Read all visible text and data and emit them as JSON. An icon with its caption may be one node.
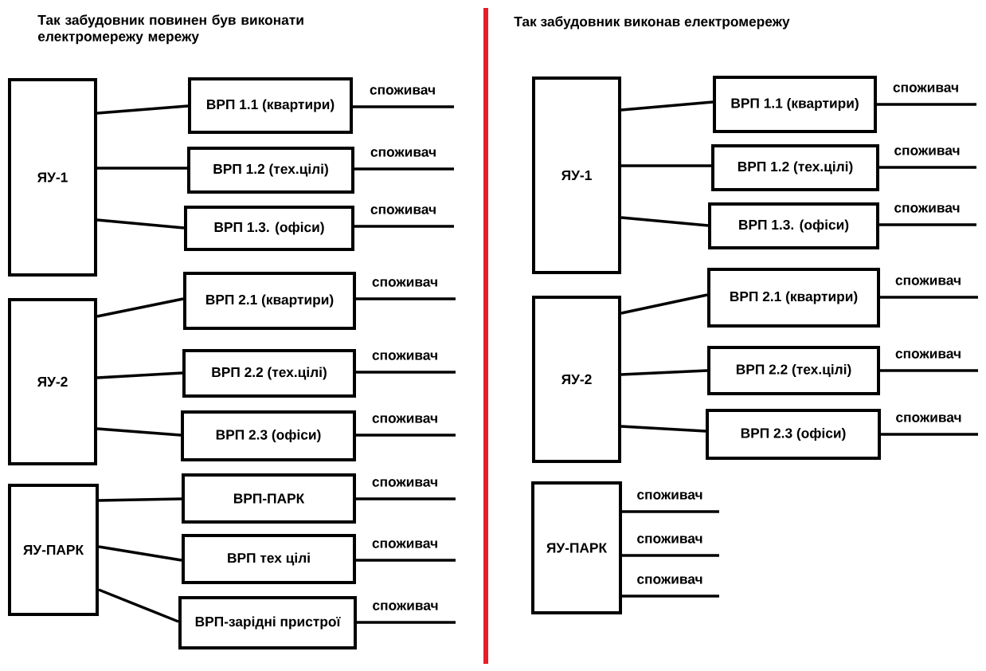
{
  "diagram": {
    "nodes": [
      {
        "text": [
          "ЯУ-1"
        ]
      },
      {
        "text": [
          "ВРП 1.1 (квартири)"
        ]
      },
      {
        "text": [
          "ВРП 1.2 (тех.цілі)"
        ]
      },
      {
        "text": [
          "ВРП 1.3. (офіси)"
        ]
      },
      {
        "text": [
          "ЯУ-2"
        ]
      },
      {
        "text": [
          "ВРП 2.1 (квартири)"
        ]
      },
      {
        "text": [
          "ВРП 2.2 (тех.цілі)"
        ]
      },
      {
        "text": [
          "ВРП 2.3 (офіси)"
        ]
      },
      {
        "text": [
          "ЯУ-ПАРК"
        ]
      },
      {
        "text": [
          "ВРП-ПАРК"
        ]
      },
      {
        "text": [
          "ВРП тех цілі"
        ]
      },
      {
        "text": [
          "ВРП-зарідні пристрої"
        ]
      },
      {
        "text": [
          "ЯУ-1"
        ]
      },
      {
        "text": [
          "ВРП 1.1 (квартири)"
        ]
      },
      {
        "text": [
          "ВРП 1.2 (тех.цілі)"
        ]
      },
      {
        "text": [
          "ВРП 1.3. (офіси)"
        ]
      },
      {
        "text": [
          "ЯУ-2"
        ]
      },
      {
        "text": [
          "ВРП 2.1 (квартири)"
        ]
      },
      {
        "text": [
          "ВРП 2.2 (тех.цілі)"
        ]
      },
      {
        "text": [
          "ВРП 2.3 (офіси)"
        ]
      },
      {
        "text": [
          "ЯУ-ПАРК"
        ]
      }
    ],
    "edges": [
      {
        "from": 0,
        "to": 1,
        "arrow": "none"
      },
      {
        "from": 0,
        "to": 2,
        "arrow": "none"
      },
      {
        "from": 0,
        "to": 3,
        "arrow": "none"
      },
      {
        "from": 4,
        "to": 5,
        "arrow": "none"
      },
      {
        "from": 4,
        "to": 6,
        "arrow": "none"
      },
      {
        "from": 4,
        "to": 7,
        "arrow": "none"
      },
      {
        "from": 8,
        "to": 9,
        "arrow": "none"
      },
      {
        "from": 8,
        "to": 10,
        "arrow": "none"
      },
      {
        "from": 8,
        "to": 11,
        "arrow": "none"
      },
      {
        "from": 1,
        "to": null,
        "arrow": "none",
        "label": "споживач"
      },
      {
        "from": 2,
        "to": null,
        "arrow": "none",
        "label": "споживач"
      },
      {
        "from": 3,
        "to": null,
        "arrow": "none",
        "label": "споживач"
      },
      {
        "from": 5,
        "to": null,
        "arrow": "none",
        "label": "споживач"
      },
      {
        "from": 6,
        "to": null,
        "arrow": "none",
        "label": "споживач"
      },
      {
        "from": 7,
        "to": null,
        "arrow": "none",
        "label": "споживач"
      },
      {
        "from": 9,
        "to": null,
        "arrow": "none",
        "label": "споживач"
      },
      {
        "from": 10,
        "to": null,
        "arrow": "none",
        "label": "споживач"
      },
      {
        "from": 11,
        "to": null,
        "arrow": "none",
        "label": "споживач"
      },
      {
        "from": 12,
        "to": 13,
        "arrow": "none"
      },
      {
        "from": 12,
        "to": 14,
        "arrow": "none"
      },
      {
        "from": 12,
        "to": 15,
        "arrow": "none"
      },
      {
        "from": 16,
        "to": 17,
        "arrow": "none"
      },
      {
        "from": 16,
        "to": 18,
        "arrow": "none"
      },
      {
        "from": 16,
        "to": 19,
        "arrow": "none"
      },
      {
        "from": 13,
        "to": null,
        "arrow": "none",
        "label": "споживач"
      },
      {
        "from": 14,
        "to": null,
        "arrow": "none",
        "label": "споживач"
      },
      {
        "from": 15,
        "to": null,
        "arrow": "none",
        "label": "споживач"
      },
      {
        "from": 17,
        "to": null,
        "arrow": "none",
        "label": "споживач"
      },
      {
        "from": 18,
        "to": null,
        "arrow": "none",
        "label": "споживач"
      },
      {
        "from": 19,
        "to": null,
        "arrow": "none",
        "label": "споживач"
      },
      {
        "from": 20,
        "to": null,
        "arrow": "none",
        "label": "споживач"
      },
      {
        "from": 20,
        "to": null,
        "arrow": "none",
        "label": "споживач"
      },
      {
        "from": 20,
        "to": null,
        "arrow": "none",
        "label": "споживач"
      }
    ],
    "labels": [
      "Так забудовник повинен був виконати електромережу мережу",
      "Так забудовник виконав електромережу"
    ]
  }
}
